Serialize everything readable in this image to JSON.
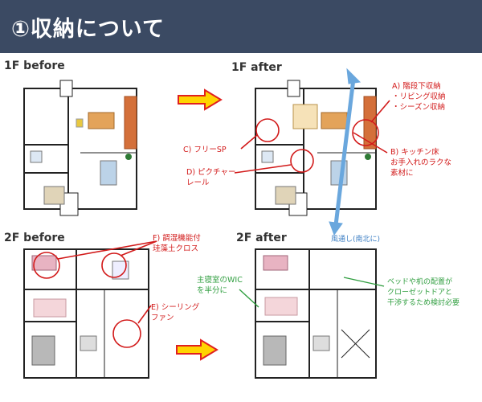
{
  "header": {
    "title": "①収納について"
  },
  "labels": {
    "f1_before": "1F before",
    "f1_after": "1F after",
    "f2_before": "2F before",
    "f2_after": "2F after"
  },
  "notes": {
    "a_lines": [
      "A) 階段下収納",
      "・リビング収納",
      "・シーズン収納"
    ],
    "b_lines": [
      "B) キッチン床",
      "お手入れのラクな",
      "素材に"
    ],
    "c": "C) フリーSP",
    "d_lines": [
      "D) ピクチャー",
      "レール"
    ],
    "e_lines": [
      "E) シーリング",
      "ファン"
    ],
    "f_lines": [
      "F) 調湿機能付",
      "珪藻土クロス"
    ],
    "ventilation": "風通し(南北に)",
    "wic_lines": [
      "主寝室のWIC",
      "を半分に"
    ],
    "closet_lines": [
      "ベッドや机の配置が",
      "クローゼットドアと",
      "干渉するため検討必要"
    ]
  },
  "colors": {
    "header": "#3b4a63",
    "annotation": "#d21a1a",
    "note_green": "#2f9e3f",
    "ventilation": "#6aa7dd",
    "arrow_fill": "#ffd400",
    "arrow_stroke": "#e02020"
  }
}
